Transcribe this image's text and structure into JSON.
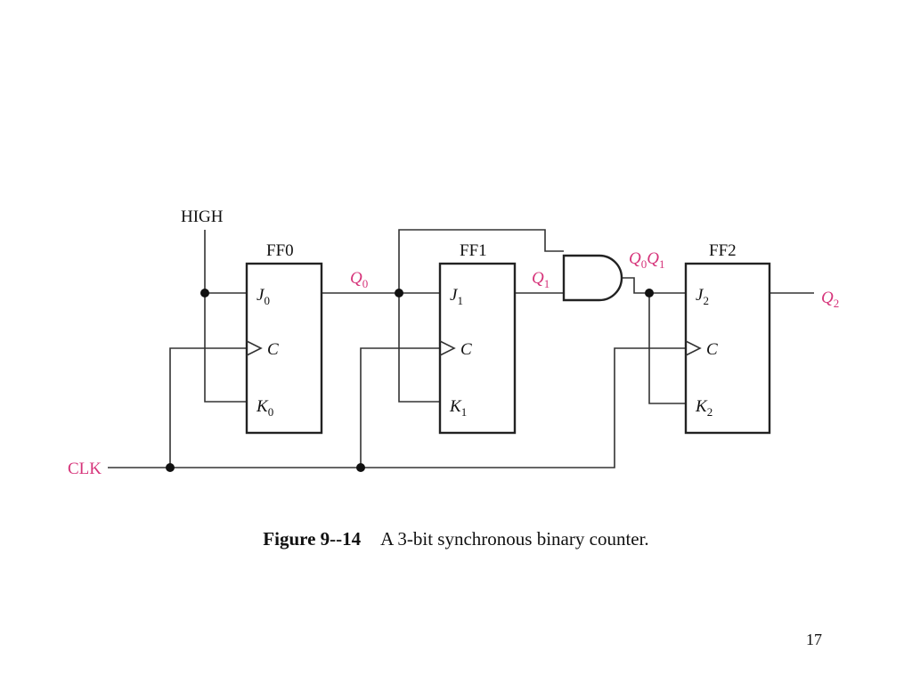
{
  "diagram": {
    "inputs": {
      "high": "HIGH",
      "clk": "CLK"
    },
    "flipflops": [
      {
        "name": "FF0",
        "j": "J",
        "j_sub": "0",
        "c": "C",
        "k": "K",
        "k_sub": "0"
      },
      {
        "name": "FF1",
        "j": "J",
        "j_sub": "1",
        "c": "C",
        "k": "K",
        "k_sub": "1"
      },
      {
        "name": "FF2",
        "j": "J",
        "j_sub": "2",
        "c": "C",
        "k": "K",
        "k_sub": "2"
      }
    ],
    "signals": {
      "q0": {
        "main": "Q",
        "sub": "0"
      },
      "q1": {
        "main": "Q",
        "sub": "1"
      },
      "q0q1": {
        "a": "Q",
        "a_sub": "0",
        "b": "Q",
        "b_sub": "1"
      },
      "q2": {
        "main": "Q",
        "sub": "2"
      }
    },
    "colors": {
      "signal_label": "#d6347a",
      "wire": "#333333"
    }
  },
  "caption": {
    "figure": "Figure 9--14",
    "text": "A 3-bit synchronous binary counter."
  },
  "page_number": "17"
}
